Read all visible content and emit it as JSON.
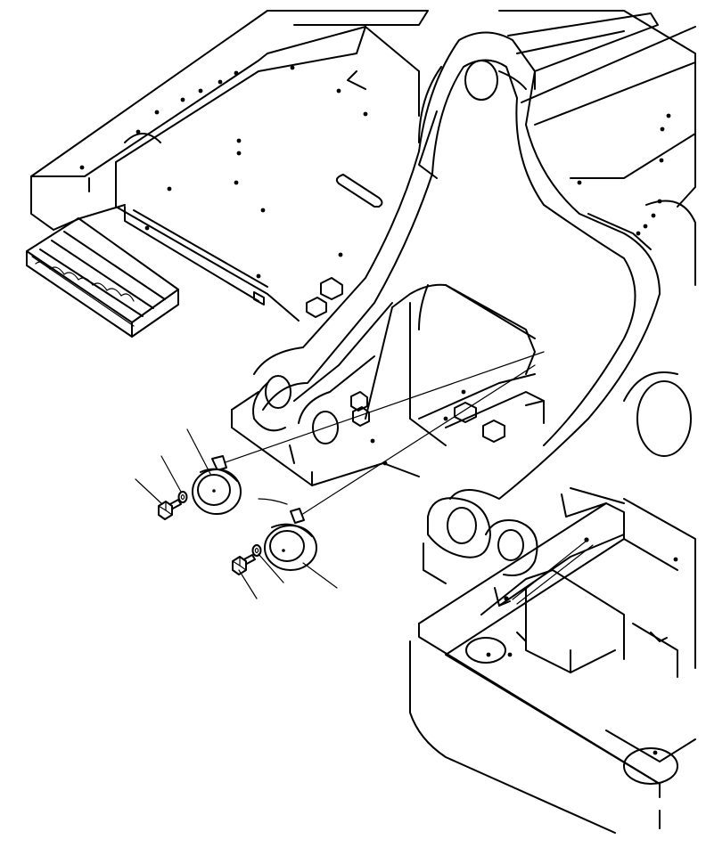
{
  "diagram": {
    "kind": "exploded-parts-view",
    "line_color": "#000000",
    "background": "#ffffff",
    "parts": [
      {
        "name": "horn-upper",
        "icon": "horn-icon"
      },
      {
        "name": "horn-lower",
        "icon": "horn-icon"
      },
      {
        "name": "bolt-upper",
        "icon": "bolt-icon"
      },
      {
        "name": "bolt-lower",
        "icon": "bolt-icon"
      },
      {
        "name": "washer-upper",
        "icon": "washer-icon"
      },
      {
        "name": "washer-lower",
        "icon": "washer-icon"
      }
    ]
  }
}
